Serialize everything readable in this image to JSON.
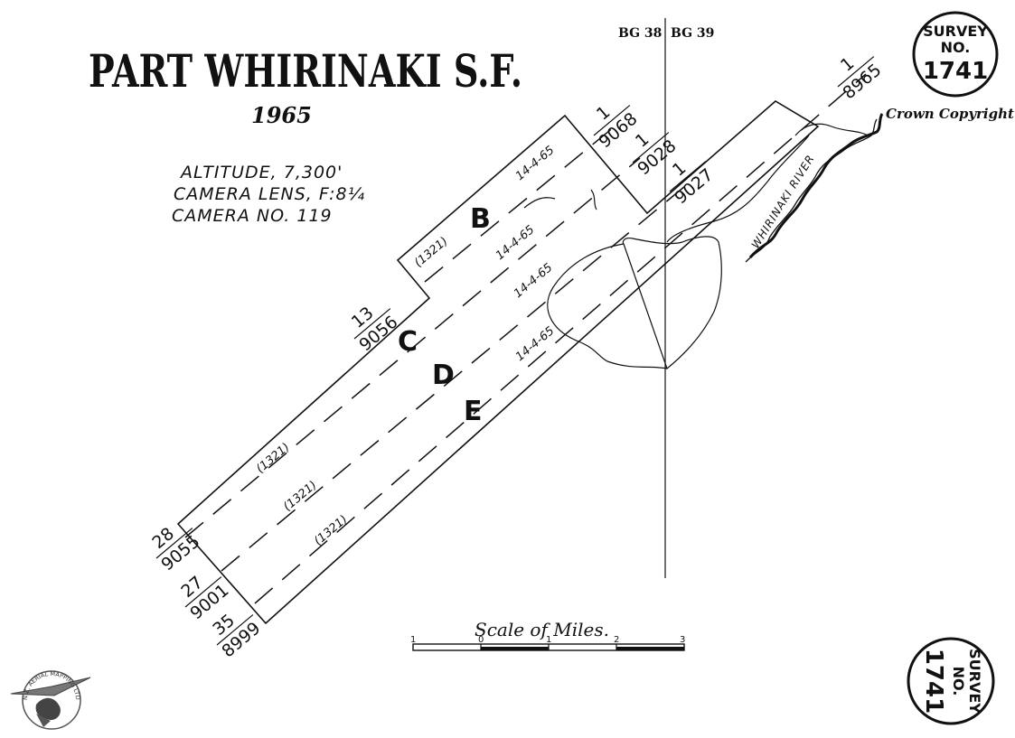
{
  "title": "PART WHIRINAKI S.F.",
  "year": "1965",
  "camera_info": [
    "ALTITUDE, 7,300'",
    "CAMERA LENS, F:8¼",
    "CAMERA NO. 119"
  ],
  "grid_labels": {
    "left": "BG 38",
    "right": "BG 39"
  },
  "copyright": "Crown Copyright",
  "survey_stamp": {
    "word": "SURVEY",
    "no": "NO.",
    "number": "1741"
  },
  "runs": [
    "B",
    "C",
    "D",
    "E"
  ],
  "frame_labels": {
    "b_start_top": "13",
    "b_start_bottom": "9056",
    "b_end_top": "1",
    "b_end_bottom": "9068",
    "c_end_top": "1",
    "c_end_bottom": "9028",
    "d_end_top": "1",
    "d_end_bottom": "9027",
    "e_end_top": "1",
    "e_end_bottom": "8965",
    "c_start_top": "28",
    "c_start_bottom": "9055",
    "d_start_top": "27",
    "d_start_bottom": "9001",
    "e_start_top": "35",
    "e_start_bottom": "8999"
  },
  "flight_dates": [
    "14-4-65",
    "14-4-65",
    "14-4-65",
    "14-4-65"
  ],
  "flight_refs": [
    "(1321)",
    "(1321)",
    "(1321)",
    "(1321)"
  ],
  "river_label": "WHIRINAKI RIVER",
  "scale": {
    "title": "Scale of Miles.",
    "ticks": [
      "1",
      "0",
      "1",
      "2",
      "3"
    ]
  },
  "logo_text": "N.Z. AERIAL MAPPING LTD"
}
